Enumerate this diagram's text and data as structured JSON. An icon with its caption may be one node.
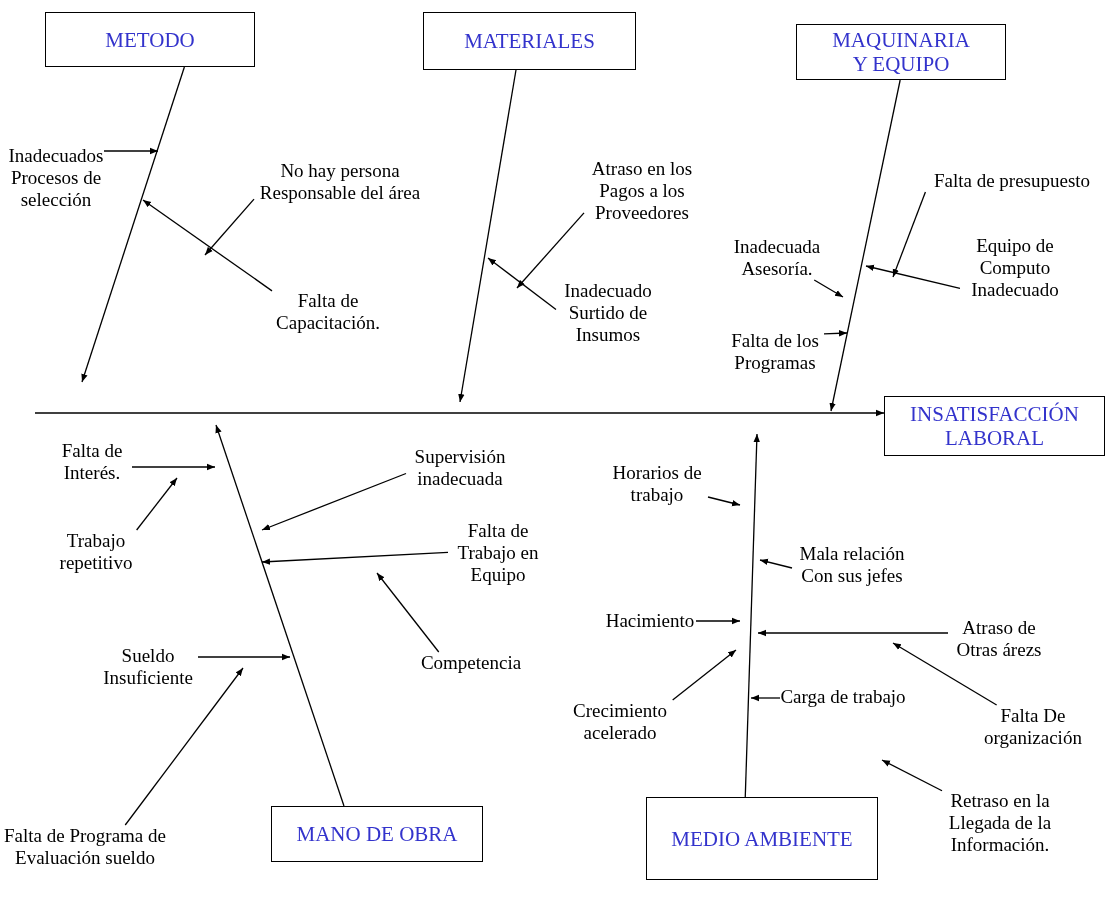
{
  "diagram": {
    "nodes": [
      {
        "text": [
          "METODO"
        ]
      },
      {
        "text": [
          "MATERIALES"
        ]
      },
      {
        "text": [
          "MAQUINARIA Y EQUIPO"
        ]
      },
      {
        "text": [
          "INSATISFACCIÓN LABORAL"
        ]
      },
      {
        "text": [
          "MANO DE OBRA"
        ]
      },
      {
        "text": [
          "MEDIO AMBIENTE"
        ]
      },
      {
        "text": [
          "Inadecuados Procesos de selección"
        ]
      },
      {
        "text": [
          "No hay persona Responsable del área"
        ]
      },
      {
        "text": [
          "Falta de Capacitación."
        ]
      },
      {
        "text": [
          "Atraso en los Pagos a los Proveedores"
        ]
      },
      {
        "text": [
          "Inadecuado Surtido de Insumos"
        ]
      },
      {
        "text": [
          "Falta de presupuesto"
        ]
      },
      {
        "text": [
          "Inadecuada Asesoría."
        ]
      },
      {
        "text": [
          "Equipo de Computo Inadecuado"
        ]
      },
      {
        "text": [
          "Falta de los Programas"
        ]
      },
      {
        "text": [
          "Falta de Interés."
        ]
      },
      {
        "text": [
          "Trabajo repetitivo"
        ]
      },
      {
        "text": [
          "Supervisión inadecuada"
        ]
      },
      {
        "text": [
          "Falta de Trabajo en Equipo"
        ]
      },
      {
        "text": [
          "Competencia"
        ]
      },
      {
        "text": [
          "Sueldo Insuficiente"
        ]
      },
      {
        "text": [
          "Falta de Programa de Evaluación sueldo"
        ]
      },
      {
        "text": [
          "Horarios de trabajo"
        ]
      },
      {
        "text": [
          "Mala relación Con sus jefes"
        ]
      },
      {
        "text": [
          "Hacimiento"
        ]
      },
      {
        "text": [
          "Atraso de Otras árezs"
        ]
      },
      {
        "text": [
          "Crecimiento acelerado"
        ]
      },
      {
        "text": [
          "Carga de trabajo"
        ]
      },
      {
        "text": [
          "Falta De organización"
        ]
      },
      {
        "text": [
          "Retraso en la Llegada de la Información."
        ]
      }
    ],
    "edges": [
      {
        "from": 0,
        "to": null,
        "arrow": "to"
      },
      {
        "from": 1,
        "to": null,
        "arrow": "to"
      },
      {
        "from": 2,
        "to": null,
        "arrow": "to"
      },
      {
        "from": 4,
        "to": null,
        "arrow": "to"
      },
      {
        "from": 5,
        "to": null,
        "arrow": "to"
      },
      {
        "from": null,
        "to": 3,
        "arrow": "to"
      },
      {
        "from": 6,
        "to": null,
        "arrow": "to"
      },
      {
        "from": 7,
        "to": null,
        "arrow": "to"
      },
      {
        "from": 8,
        "to": null,
        "arrow": "to"
      },
      {
        "from": 9,
        "to": null,
        "arrow": "to"
      },
      {
        "from": 10,
        "to": null,
        "arrow": "to"
      },
      {
        "from": 11,
        "to": null,
        "arrow": "to"
      },
      {
        "from": 12,
        "to": null,
        "arrow": "to"
      },
      {
        "from": 13,
        "to": null,
        "arrow": "to"
      },
      {
        "from": 14,
        "to": null,
        "arrow": "to"
      },
      {
        "from": 15,
        "to": null,
        "arrow": "to"
      },
      {
        "from": 16,
        "to": null,
        "arrow": "to"
      },
      {
        "from": 17,
        "to": null,
        "arrow": "to"
      },
      {
        "from": 18,
        "to": null,
        "arrow": "to"
      },
      {
        "from": 19,
        "to": null,
        "arrow": "to"
      },
      {
        "from": 20,
        "to": null,
        "arrow": "to"
      },
      {
        "from": 21,
        "to": null,
        "arrow": "to"
      },
      {
        "from": 22,
        "to": null,
        "arrow": "to"
      },
      {
        "from": 23,
        "to": null,
        "arrow": "to"
      },
      {
        "from": 24,
        "to": null,
        "arrow": "to"
      },
      {
        "from": 25,
        "to": null,
        "arrow": "to"
      },
      {
        "from": 26,
        "to": null,
        "arrow": "to"
      },
      {
        "from": 27,
        "to": null,
        "arrow": "to"
      },
      {
        "from": 28,
        "to": null,
        "arrow": "to"
      },
      {
        "from": 29,
        "to": null,
        "arrow": "to"
      }
    ]
  }
}
